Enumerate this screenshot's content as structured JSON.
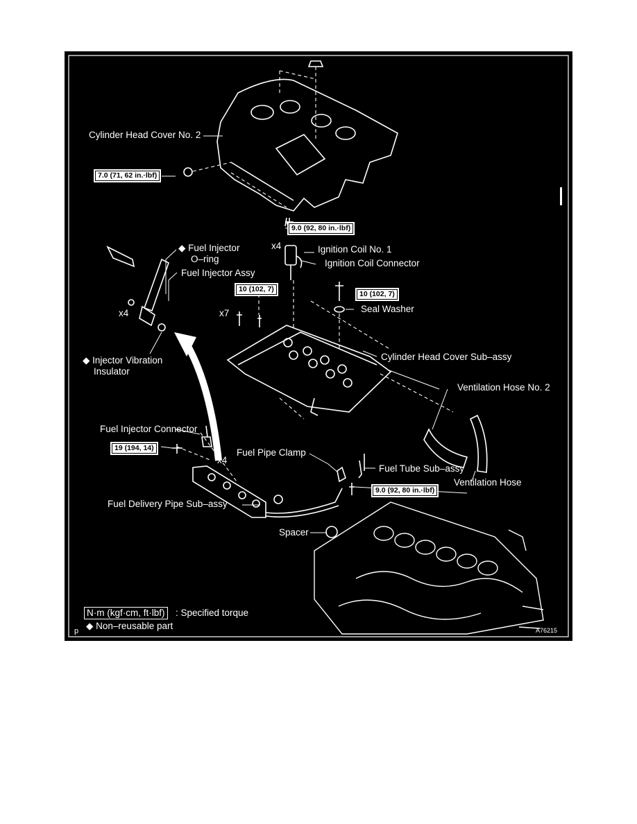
{
  "labels": {
    "cylinder_head_cover_no2": "Cylinder Head Cover No. 2",
    "fuel_injector_oring_line1": "Fuel Injector",
    "fuel_injector_oring_line2": "O–ring",
    "fuel_injector_assy": "Fuel Injector Assy",
    "ignition_coil_no1": "Ignition Coil No. 1",
    "ignition_coil_connector": "Ignition Coil Connector",
    "seal_washer": "Seal Washer",
    "cylinder_head_cover_subassy": "Cylinder Head Cover Sub–assy",
    "injector_vibration_insulator_line1": "Injector Vibration",
    "injector_vibration_insulator_line2": "Insulator",
    "ventilation_hose_no2": "Ventilation Hose No. 2",
    "fuel_injector_connector": "Fuel Injector Connector",
    "fuel_pipe_clamp": "Fuel Pipe Clamp",
    "fuel_tube_subassy": "Fuel Tube Sub–assy",
    "ventilation_hose": "Ventilation Hose",
    "fuel_delivery_pipe_subassy": "Fuel Delivery Pipe Sub–assy",
    "spacer": "Spacer"
  },
  "quantities": {
    "ignition_coil": "x4",
    "injector": "x4",
    "cover_bolts": "x7",
    "injector_connector": "x4"
  },
  "torques": {
    "cover_no2_nut": "7.0 (71, 62 in.·lbf)",
    "ignition_coil_bolt": "9.0 (92, 80 in.·lbf)",
    "cover_bolts": "10 (102, 7)",
    "seal_washer_bolt": "10 (102, 7)",
    "delivery_pipe_bolt": "19 (194, 14)",
    "fuel_tube_bolt": "9.0 (92, 80 in.·lbf)"
  },
  "legend": {
    "unit_box": "N·m (kgf·cm, ft·lbf)",
    "unit_text": ": Specified torque",
    "nonreusable_text": "Non–reusable part",
    "diamond": "◆"
  },
  "footer": {
    "corner_mark": "p",
    "figure_id": "A76215"
  },
  "colors": {
    "background": "#000000",
    "ink": "#ffffff",
    "page": "#ffffff"
  }
}
